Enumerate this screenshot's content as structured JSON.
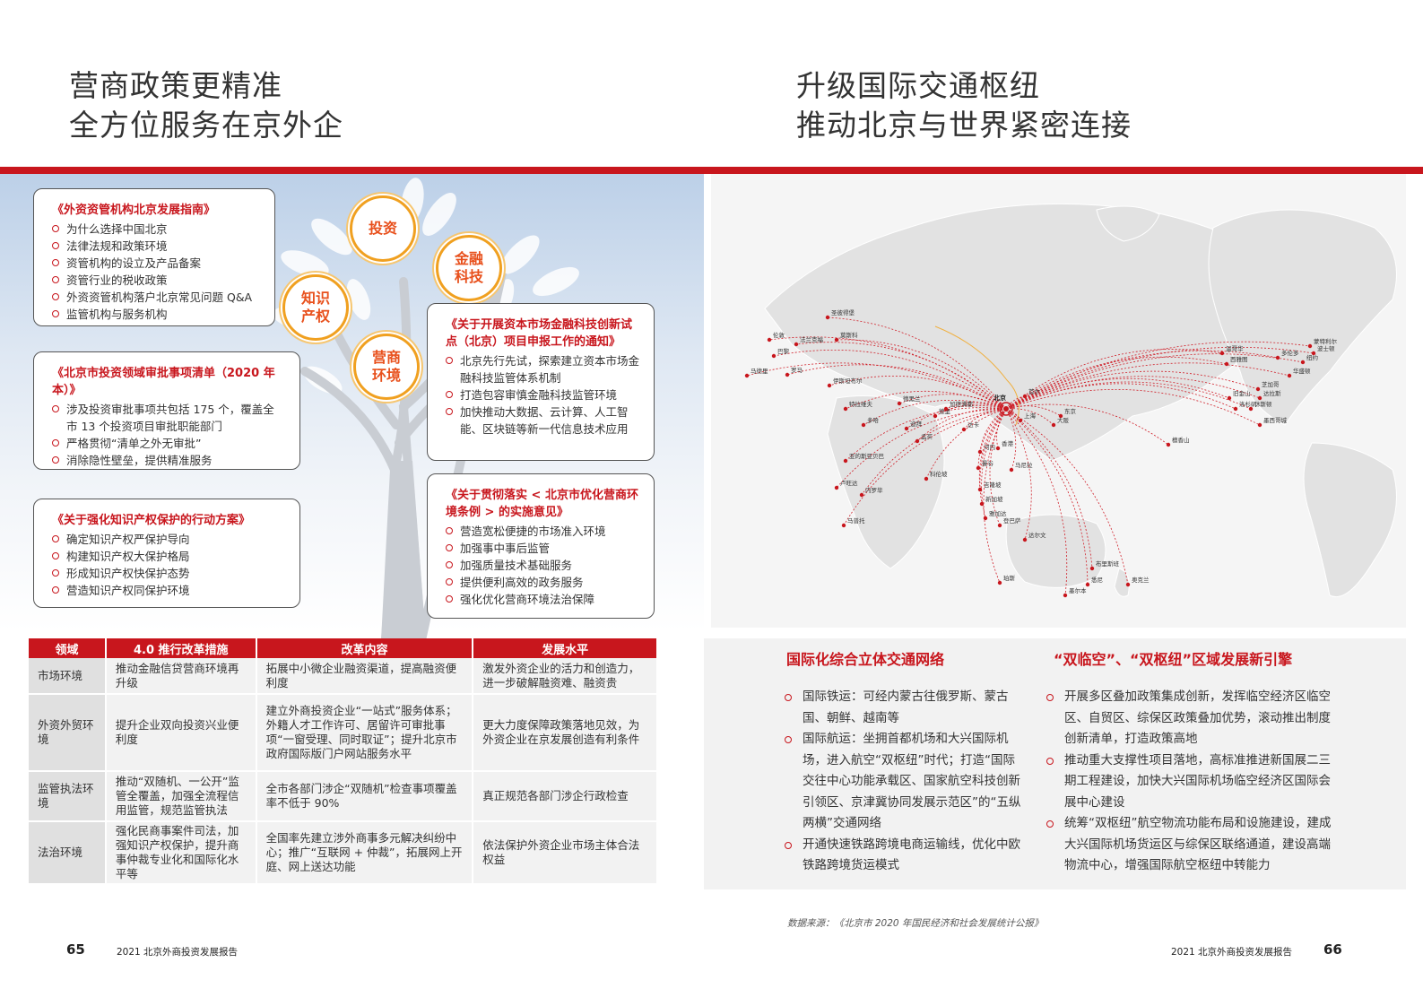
{
  "left": {
    "title_line1": "营商政策更精准",
    "title_line2": "全方位服务在京外企",
    "bubbles": [
      "投资",
      "金融科技",
      "知识产权",
      "营商环境"
    ],
    "boxes": [
      {
        "title": "《外资资管机构北京发展指南》",
        "items": [
          "为什么选择中国北京",
          "法律法规和政策环境",
          "资管机构的设立及产品备案",
          "资管行业的税收政策",
          "外资资管机构落户北京常见问题 Q&A",
          "监管机构与服务机构"
        ]
      },
      {
        "title": "《北京市投资领域审批事项清单（2020 年本）》",
        "items": [
          "涉及投资审批事项共包括 175 个，覆盖全市 13 个投资项目审批职能部门",
          "严格贯彻“清单之外无审批”",
          "消除隐性壁垒，提供精准服务"
        ]
      },
      {
        "title": "《关于强化知识产权保护的行动方案》",
        "items": [
          "确定知识产权严保护导向",
          "构建知识产权大保护格局",
          "形成知识产权快保护态势",
          "营造知识产权同保护环境"
        ]
      },
      {
        "title": "《关于开展资本市场金融科技创新试点（北京）项目申报工作的通知》",
        "items": [
          "北京先行先试，探索建立资本市场金融科技监管体系机制",
          "打造包容审慎金融科技监管环境",
          "加快推动大数据、云计算、人工智能、区块链等新一代信息技术应用"
        ]
      },
      {
        "title": "《关于贯彻落实 < 北京市优化营商环境条例 > 的实施意见》",
        "items": [
          "营造宽松便捷的市场准入环境",
          "加强事中事后监管",
          "加强质量技术基础服务",
          "提供便利高效的政务服务",
          "强化优化营商环境法治保障"
        ]
      }
    ],
    "table": {
      "headers": [
        "领域",
        "4.0 推行改革措施",
        "改革内容",
        "发展水平"
      ],
      "rows": [
        [
          "市场环境",
          "推动金融信贷营商环境再升级",
          "拓展中小微企业融资渠道，提高融资便利度",
          "激发外资企业的活力和创造力，进一步破解融资难、融资贵"
        ],
        [
          "外资外贸环境",
          "提升企业双向投资兴业便利度",
          "建立外商投资企业“一站式”服务体系；外籍人才工作许可、居留许可审批事项“一窗受理、同时取证”；提升北京市政府国际版门户网站服务水平",
          "更大力度保障政策落地见效，为外资企业在京发展创造有利条件"
        ],
        [
          "监管执法环境",
          "推动“双随机、一公开”监管全覆盖，加强全流程信用监管，规范监管执法",
          "全市各部门涉企“双随机”检查事项覆盖率不低于 90%",
          "真正规范各部门涉企行政检查"
        ],
        [
          "法治环境",
          "强化民商事案件司法，加强知识产权保护，提升商事仲裁专业化和国际化水平等",
          "全国率先建立涉外商事多元解决纠纷中心；推广“互联网 + 仲裁”，拓展网上开庭、网上送达功能",
          "依法保护外资企业市场主体合法权益"
        ]
      ]
    },
    "page_number": "65",
    "report_label": "2021 北京外商投资发展报告"
  },
  "right": {
    "title_line1": "升级国际交通枢纽",
    "title_line2": "推动北京与世界紧密连接",
    "map": {
      "hub": "北京",
      "cities": [
        "圣彼得堡",
        "伦敦",
        "巴黎",
        "法兰克福",
        "莫斯科",
        "马德里",
        "罗马",
        "伊斯坦布尔",
        "特拉维夫",
        "德黑兰",
        "迪拜",
        "多哈",
        "亚的斯亚贝巴",
        "内罗毕",
        "卢旺达",
        "马普托",
        "科伦坡",
        "孟买",
        "德里",
        "加德满都",
        "达卡",
        "河内",
        "曼谷",
        "吉隆坡",
        "新加坡",
        "雅加达",
        "登巴萨",
        "马尼拉",
        "香港",
        "上海",
        "首尔",
        "东京",
        "大阪",
        "珀斯",
        "达尔文",
        "布里斯班",
        "悉尼",
        "墨尔本",
        "奥克兰",
        "温哥华",
        "西雅图",
        "旧金山",
        "洛杉矶",
        "芝加哥",
        "纽约",
        "华盛顿",
        "多伦多",
        "蒙特利尔",
        "波士顿",
        "休斯顿",
        "达拉斯",
        "檀香山",
        "墨西哥城"
      ]
    },
    "heading_a": "国际化综合立体交通网络",
    "items_a": [
      "国际铁运：可经内蒙古往俄罗斯、蒙古国、朝鲜、越南等",
      "国际航运：坐拥首都机场和大兴国际机场，进入航空“双枢纽”时代；打造“国际交往中心功能承载区、国家航空科技创新引领区、京津冀协同发展示范区”的“五纵两横”交通网络",
      "开通快速铁路跨境电商运输线，优化中欧铁路跨境货运模式"
    ],
    "heading_b": "“双临空”、“双枢纽”区域发展新引擎",
    "items_b": [
      "开展多区叠加政策集成创新，发挥临空经济区临空区、自贸区、综保区政策叠加优势，滚动推出制度创新清单，打造政策高地",
      "推动重大支撑性项目落地，高标准推进新国展二三期工程建设，加快大兴国际机场临空经济区国际会展中心建设",
      "统筹“双枢纽”航空物流功能布局和设施建设，建成大兴国际机场货运区与综保区联络通道，建设高端物流中心，增强国际航空枢纽中转能力"
    ],
    "source": "数据来源：《北京市 2020 年国民经济和社会发展统计公报》",
    "page_number": "66",
    "report_label": "2021 北京外商投资发展报告"
  },
  "colors": {
    "accent": "#c8161d",
    "bubble_text": "#e8501c",
    "bubble_ring": "#f0a020"
  }
}
